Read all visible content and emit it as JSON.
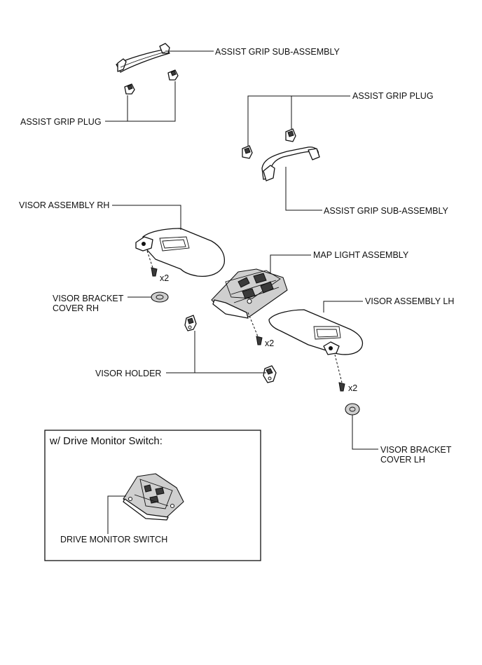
{
  "labels": {
    "assist_grip_sub_assembly_top": "ASSIST GRIP SUB-ASSEMBLY",
    "assist_grip_plug_left": "ASSIST GRIP PLUG",
    "assist_grip_plug_right": "ASSIST GRIP PLUG",
    "assist_grip_sub_assembly_right": "ASSIST GRIP SUB-ASSEMBLY",
    "visor_assembly_rh": "VISOR ASSEMBLY RH",
    "map_light_assembly": "MAP LIGHT ASSEMBLY",
    "visor_bracket_cover_rh_line1": "VISOR BRACKET",
    "visor_bracket_cover_rh_line2": "COVER RH",
    "visor_assembly_lh": "VISOR ASSEMBLY LH",
    "visor_holder": "VISOR HOLDER",
    "visor_bracket_cover_lh_line1": "VISOR BRACKET",
    "visor_bracket_cover_lh_line2": "COVER LH",
    "inset_title": "w/ Drive Monitor Switch:",
    "drive_monitor_switch": "DRIVE MONITOR  SWITCH"
  },
  "quantities": {
    "visor_rh_screws": "x2",
    "map_light_screws": "x2",
    "visor_lh_screws": "x2"
  }
}
